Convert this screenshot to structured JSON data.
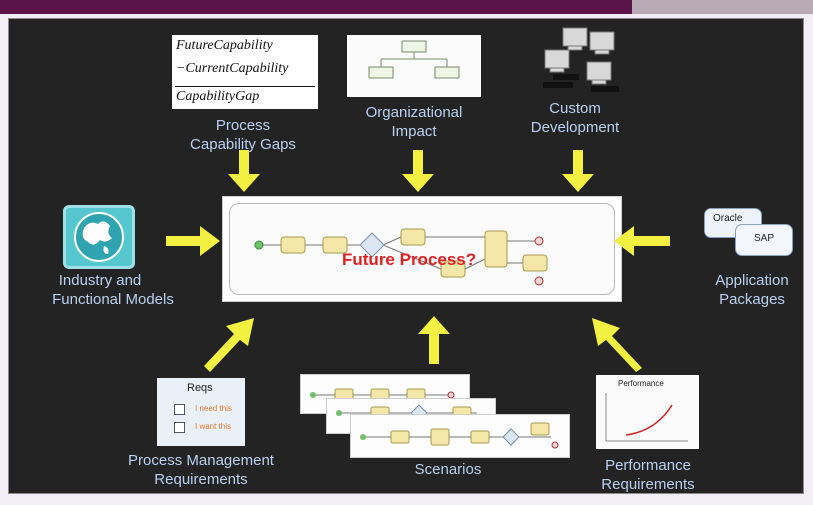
{
  "formula": {
    "line1": "FutureCapability",
    "line2": "−CurrentCapability",
    "line3": "CapabilityGap"
  },
  "labels": {
    "capability_gaps_1": "Process",
    "capability_gaps_2": "Capability Gaps",
    "org_impact_1": "Organizational",
    "org_impact_2": "Impact",
    "custom_dev_1": "Custom",
    "custom_dev_2": "Development",
    "industry_1": "Industry and",
    "industry_2": "Functional Models",
    "app_packages_1": "Application",
    "app_packages_2": "Packages",
    "pm_req_1": "Process Management",
    "pm_req_2": "Requirements",
    "scenarios": "Scenarios",
    "perf_req_1": "Performance",
    "perf_req_2": "Requirements"
  },
  "center": {
    "title": "Future Process?"
  },
  "app_packages": {
    "oracle": "Oracle",
    "sap": "SAP"
  },
  "reqs_card": {
    "title": "Reqs",
    "item1": "I need this",
    "item2": "I want this"
  },
  "perf_card": {
    "title": "Performance"
  },
  "colors": {
    "label_blue": "#b9d0f0",
    "arrow_yellow": "#f2f040",
    "title_red": "#e02020",
    "slide_bg": "#232323"
  }
}
